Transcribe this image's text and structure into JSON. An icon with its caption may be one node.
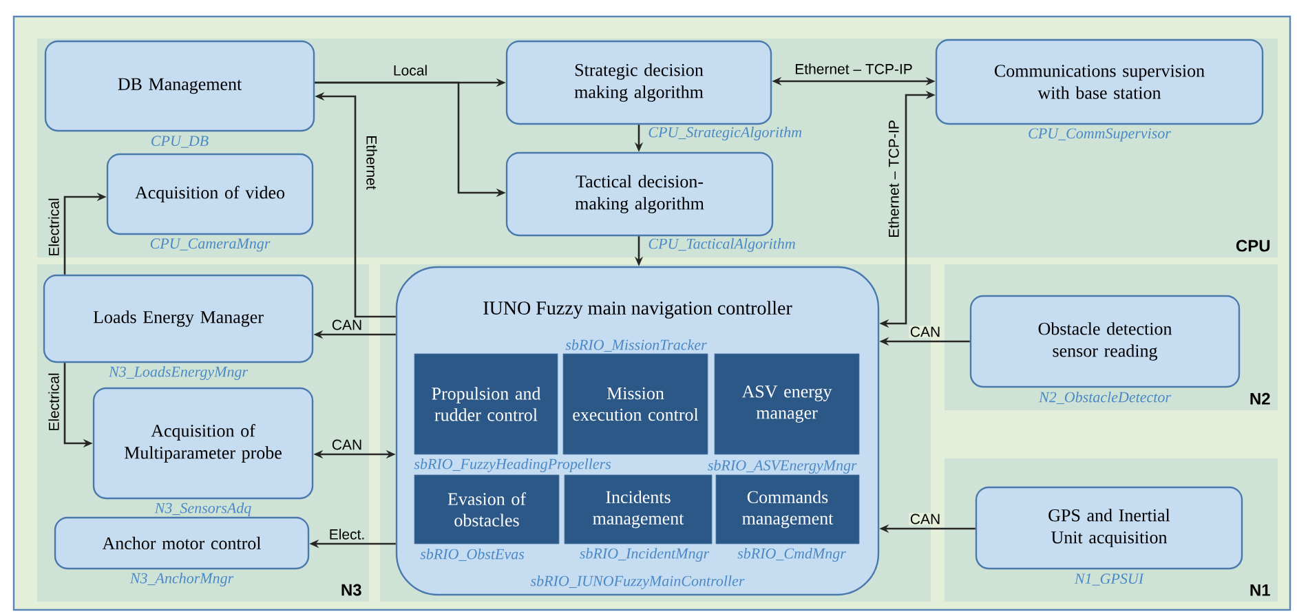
{
  "diagram": {
    "nodes": [
      {
        "text": [
          "CPU"
        ]
      },
      {
        "text": [
          "DB Management"
        ],
        "in": 0,
        "beside": [
          "CPU_DB"
        ]
      },
      {
        "text": [
          "Strategic decision making algorithm"
        ],
        "in": 0,
        "beside": [
          "CPU_StrategicAlgorithm"
        ]
      },
      {
        "text": [
          "Communications supervision with base station"
        ],
        "in": 0,
        "beside": [
          "CPU_CommSupervisor"
        ]
      },
      {
        "text": [
          "Acquisition of video"
        ],
        "in": 0,
        "beside": [
          "CPU_CameraMngr"
        ]
      },
      {
        "text": [
          "Tactical decision-making algorithm"
        ],
        "in": 0,
        "beside": [
          "CPU_TacticalAlgorithm"
        ]
      },
      {
        "text": [
          "N3"
        ]
      },
      {
        "text": [
          "Loads Energy Manager"
        ],
        "in": 6,
        "beside": [
          "N3_LoadsEnergyMngr"
        ]
      },
      {
        "text": [
          "Acquisition of Multiparameter probe"
        ],
        "in": 6,
        "beside": [
          "N3_SensorsAdq"
        ]
      },
      {
        "text": [
          "Anchor motor control"
        ],
        "in": 6,
        "beside": [
          "N3_AnchorMngr"
        ]
      },
      {
        "text": [],
        "shape": "box"
      },
      {
        "text": [
          "IUNO Fuzzy main navigation controller"
        ],
        "in": 10,
        "beside": [
          "sbRIO_IUNOFuzzyMainController"
        ]
      },
      {
        "text": [
          "Propulsion and rudder control"
        ],
        "in": 11,
        "beside": [
          "sbRIO_FuzzyHeadingPropellers"
        ]
      },
      {
        "text": [
          "Mission execution control"
        ],
        "in": 11,
        "beside": [
          "sbRIO_MissionTracker"
        ]
      },
      {
        "text": [
          "ASV energy manager"
        ],
        "in": 11,
        "beside": [
          "sbRIO_ASVEnergyMngr"
        ]
      },
      {
        "text": [
          "Evasion of obstacles"
        ],
        "in": 11,
        "beside": [
          "sbRIO_ObstEvas"
        ]
      },
      {
        "text": [
          "Incidents management"
        ],
        "in": 11,
        "beside": [
          "sbRIO_IncidentMngr"
        ]
      },
      {
        "text": [
          "Commands management"
        ],
        "in": 11,
        "beside": [
          "sbRIO_CmdMngr"
        ]
      },
      {
        "text": [
          "N2"
        ]
      },
      {
        "text": [
          "Obstacle detection sensor reading"
        ],
        "in": 18,
        "beside": [
          "N2_ObstacleDetector"
        ]
      },
      {
        "text": [
          "N1"
        ]
      },
      {
        "text": [
          "GPS and Inertial Unit acquisition"
        ],
        "in": 20,
        "beside": [
          "N1_GPSUI"
        ]
      }
    ],
    "edges": [
      {
        "from": 1,
        "to": 2,
        "arrow": "to",
        "label": "Local"
      },
      {
        "from": 1,
        "to": 5,
        "arrow": "to"
      },
      {
        "from": 11,
        "to": 1,
        "arrow": "to",
        "label": "Ethernet"
      },
      {
        "from": 2,
        "to": 3,
        "arrow": "both",
        "label": "Ethernet – TCP-IP"
      },
      {
        "from": 3,
        "to": 11,
        "arrow": "both",
        "label": "Ethernet – TCP-IP"
      },
      {
        "from": 2,
        "to": 5,
        "arrow": "to"
      },
      {
        "from": 5,
        "to": 11,
        "arrow": "to"
      },
      {
        "from": 7,
        "to": 4,
        "arrow": "to",
        "label": "Electrical"
      },
      {
        "from": 7,
        "to": 8,
        "arrow": "to",
        "label": "Electrical"
      },
      {
        "from": 11,
        "to": 7,
        "arrow": "to",
        "label": "CAN"
      },
      {
        "from": 11,
        "to": 8,
        "arrow": "both",
        "label": "CAN"
      },
      {
        "from": 11,
        "to": 9,
        "arrow": "to",
        "label": "Elect."
      },
      {
        "from": 19,
        "to": 11,
        "arrow": "to",
        "label": "CAN"
      },
      {
        "from": 21,
        "to": 11,
        "arrow": "to",
        "label": "CAN"
      }
    ]
  }
}
